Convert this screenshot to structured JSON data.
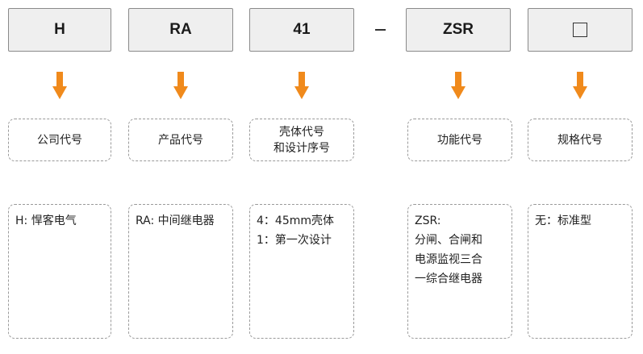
{
  "codes": [
    "H",
    "RA",
    "41",
    "ZSR"
  ],
  "separator": "–",
  "placeholder_icon": "empty-square-icon",
  "arrow_color": "#f08a1c",
  "labels": {
    "h": [
      "公司代号"
    ],
    "ra": [
      "产品代号"
    ],
    "n41": [
      "壳体代号",
      "和设计序号"
    ],
    "zsr": [
      "功能代号"
    ],
    "spec": [
      "规格代号"
    ]
  },
  "descriptions": {
    "h": [
      "H: 悍客电气"
    ],
    "ra": [
      "RA: 中间继电器"
    ],
    "n41": [
      "4：45mm壳体",
      "1：第一次设计"
    ],
    "zsr": [
      "ZSR:",
      "分闸、合闸和",
      "电源监视三合",
      "一综合继电器"
    ],
    "spec": [
      "无：标准型"
    ]
  }
}
